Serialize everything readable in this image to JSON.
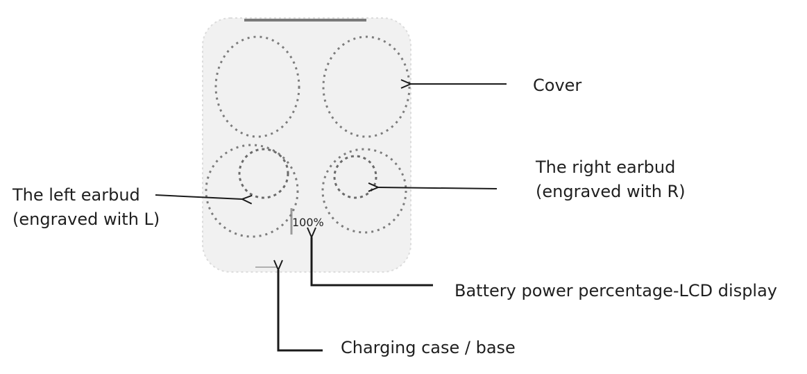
{
  "labels": {
    "cover": "Cover",
    "right_earbud": {
      "line1": "The right earbud",
      "line2": "(engraved with R)"
    },
    "left_earbud": {
      "line1": "The left earbud",
      "line2": "(engraved with L)"
    },
    "battery_display": "Battery power percentage-LCD display",
    "charging_case": "Charging case / base"
  },
  "lcd_reading": "100%",
  "colors": {
    "outline": "#6f6f6f",
    "line": "#1a1a1a",
    "case_fill": "#f1f1f1"
  }
}
